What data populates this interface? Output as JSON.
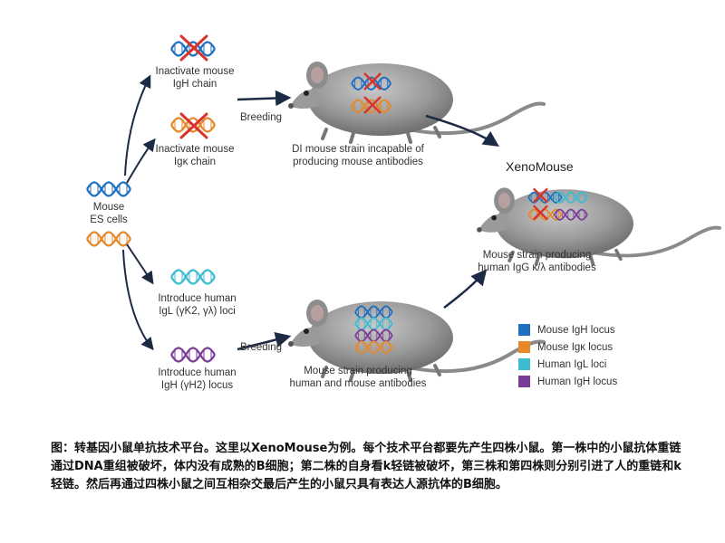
{
  "labels": {
    "inactivate_igh": [
      "Inactivate mouse",
      "IgH chain"
    ],
    "inactivate_igk": [
      "Inactivate mouse",
      "Igκ chain"
    ],
    "es_cells": [
      "Mouse",
      "ES cells"
    ],
    "introduce_igl": [
      "Introduce human",
      "IgL (γK2, γλ) loci"
    ],
    "introduce_igh": [
      "Introduce human",
      "IgH (γH2) locus"
    ],
    "breeding": "Breeding",
    "di_mouse": [
      "DI mouse strain incapable of",
      "producing mouse antibodies"
    ],
    "xenomouse": "XenoMouse",
    "xeno_desc": [
      "Mouse strain producing",
      "human IgG κ/λ antibodies"
    ],
    "mixed_desc": [
      "Mouse strain producing",
      "human and mouse antibodies"
    ]
  },
  "legend": [
    {
      "label": "Mouse IgH locus",
      "color": "#1f6fc1"
    },
    {
      "label": "Mouse Igκ locus",
      "color": "#e5892a"
    },
    {
      "label": "Human IgL loci",
      "color": "#3bbcd0"
    },
    {
      "label": "Human IgH locus",
      "color": "#7a3d97"
    }
  ],
  "caption": "图：转基因小鼠单抗技术平台。这里以XenoMouse为例。每个技术平台都要先产生四株小鼠。第一株中的小鼠抗体重链通过DNA重组被破坏，体内没有成熟的B细胞；第二株的自身看k轻链被破坏，第三株和第四株则分别引进了人的重链和k轻链。然后再通过四株小鼠之间互相杂交最后产生的小鼠只具有表达人源抗体的B细胞。",
  "colors": {
    "mouse_igh": "#1f6fc1",
    "mouse_igk": "#e5892a",
    "human_igl": "#3bbcd0",
    "human_igh": "#7a3d97",
    "cross": "#d9342b",
    "arrow": "#1d2a44",
    "mouse_body": "#9a9a9a"
  }
}
